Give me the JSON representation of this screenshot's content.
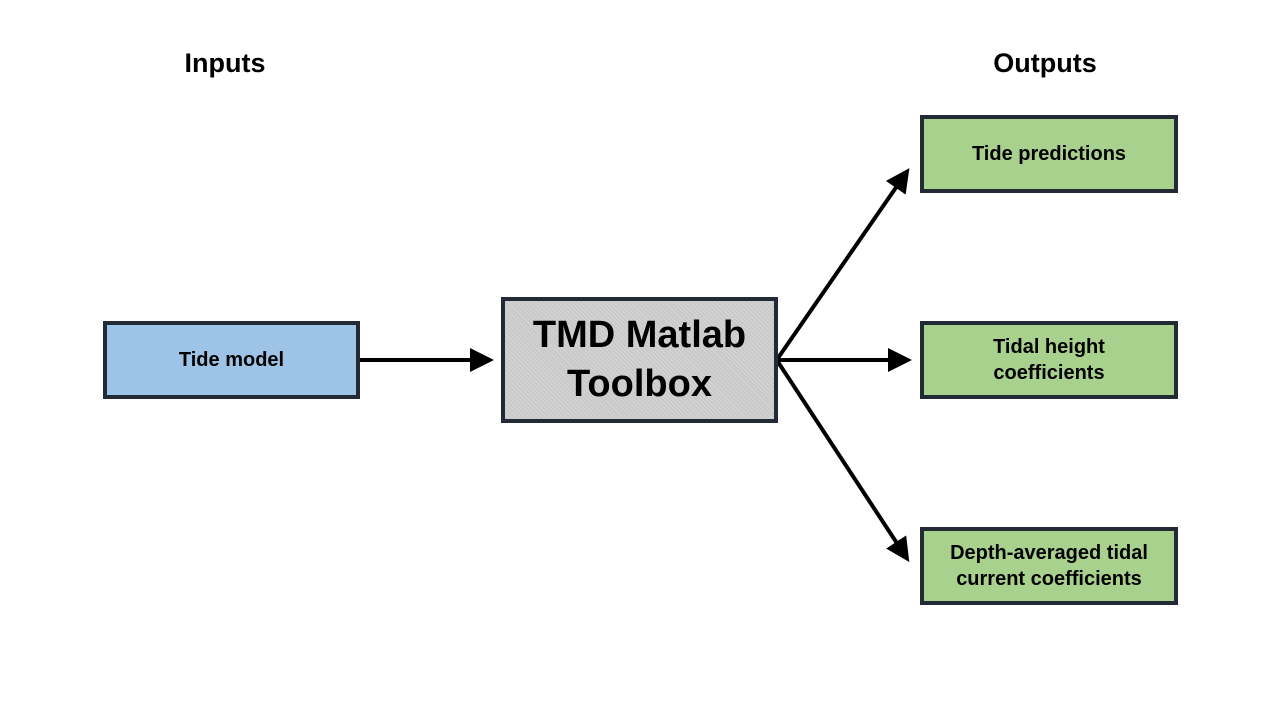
{
  "headings": {
    "inputs": "Inputs",
    "outputs": "Outputs"
  },
  "input": {
    "label": "Tide model",
    "fill": "#9dc3e6"
  },
  "center": {
    "label": "TMD Matlab Toolbox",
    "fill": "#c9c9c9"
  },
  "outputs": [
    {
      "label": "Tide predictions",
      "fill": "#a9d18e"
    },
    {
      "label": "Tidal height coefficients",
      "fill": "#a9d18e"
    },
    {
      "label": "Depth-averaged tidal current coefficients",
      "fill": "#a9d18e"
    }
  ],
  "colors": {
    "border": "#222a35",
    "arrow": "#000000"
  }
}
